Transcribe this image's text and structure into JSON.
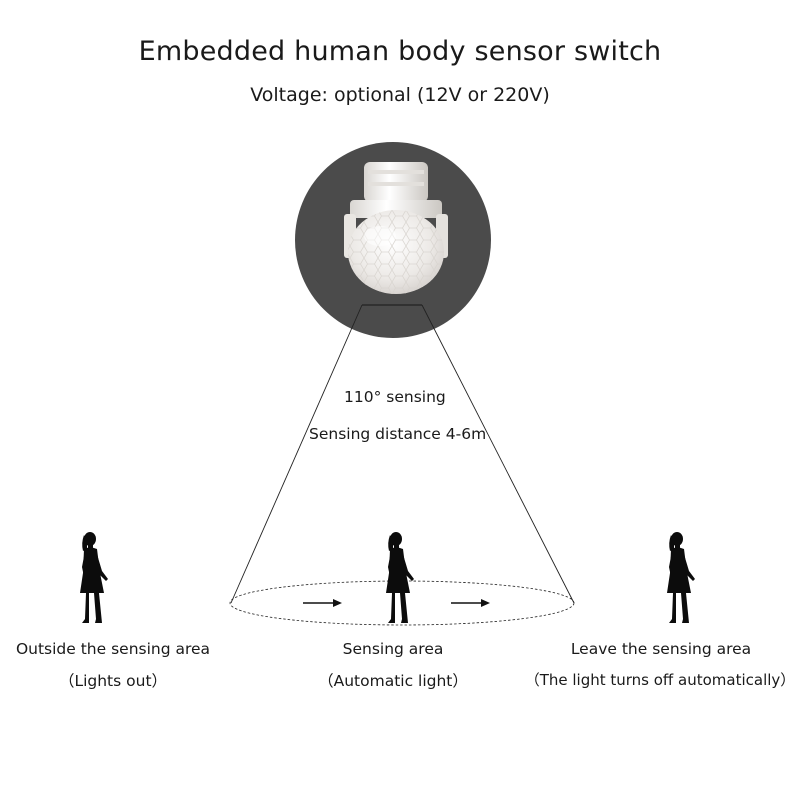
{
  "header": {
    "title": "Embedded human body sensor switch",
    "subtitle": "Voltage: optional (12V or 220V)"
  },
  "cone": {
    "angle_label": "110° sensing",
    "distance_label": "Sensing distance 4-6m"
  },
  "zones": [
    {
      "label": "Outside the sensing area",
      "note": "（Lights out）"
    },
    {
      "label": "Sensing area",
      "note": "（Automatic light）"
    },
    {
      "label": "Leave the sensing area",
      "note": "（The light turns off automatically）"
    }
  ],
  "colors": {
    "sensor_background": "#4a4a4a",
    "sensor_body": "#f1f0ee",
    "silhouette": "#0c0c0c",
    "lines": "#222222"
  }
}
